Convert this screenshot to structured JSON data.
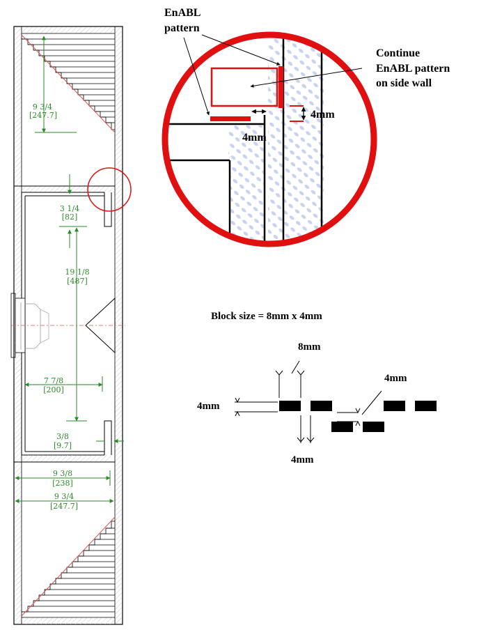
{
  "callout": {
    "enabl_pattern": [
      "EnABL",
      "pattern"
    ],
    "continue": [
      "Continue",
      "EnABL pattern",
      "on side wall"
    ],
    "gap_4mm_right": "4mm",
    "gap_4mm_bottom": "4mm"
  },
  "block": {
    "title": "Block size = 8mm x 4mm",
    "width_label": "8mm",
    "left_label": "4mm",
    "right_label": "4mm",
    "bottom_label": "4mm"
  },
  "dims": {
    "top": [
      "9 3/4",
      "[247.7]"
    ],
    "port_gap": [
      "3 1/4",
      "[82]"
    ],
    "line_height": [
      "19 1/8",
      "[487]"
    ],
    "line_width": [
      "7 7/8",
      "[200]"
    ],
    "port_end": [
      "3/8",
      "[9.7]"
    ],
    "inner_width": [
      "9 3/8",
      "[238]"
    ],
    "outer_width": [
      "9 3/4",
      "[247.7]"
    ]
  },
  "colors": {
    "dimension": "#2a8a2a",
    "highlight": "#e01010",
    "ink": "#000000",
    "hatch": "#c9c9c9"
  }
}
